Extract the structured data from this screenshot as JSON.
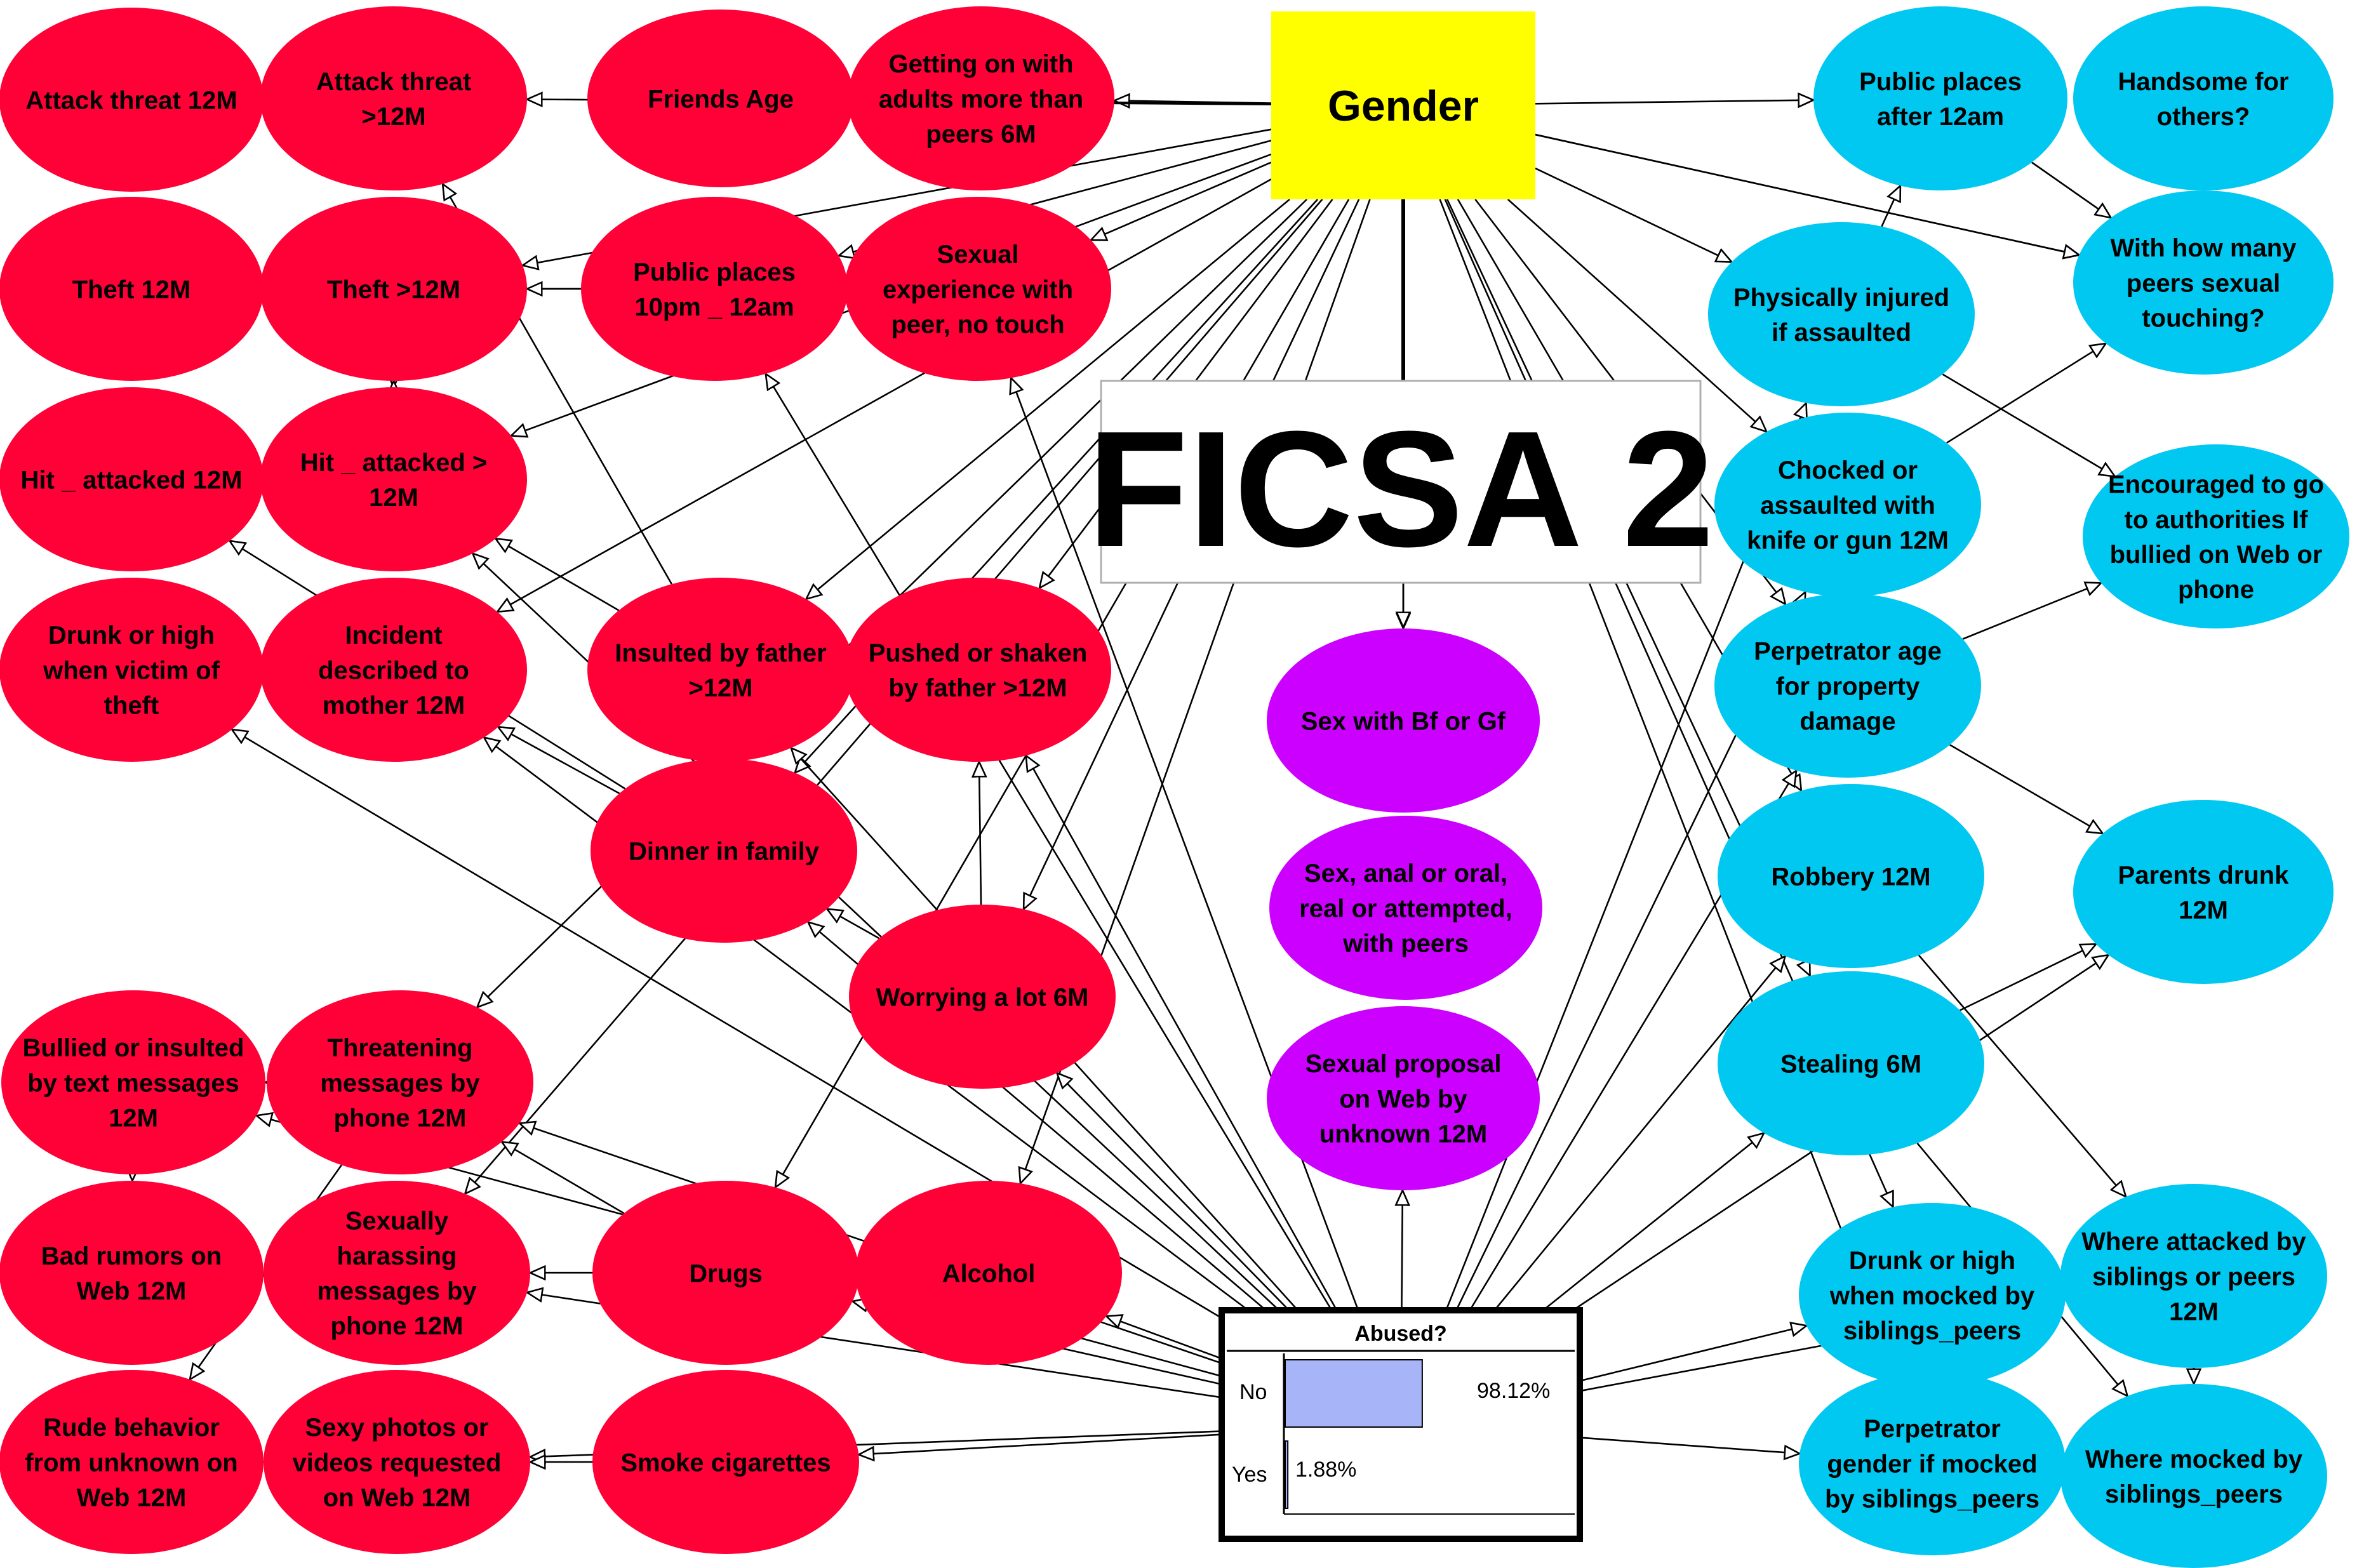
{
  "title": "FICSA 2",
  "colors": {
    "red": "#ff0037",
    "cyan": "#00c8f0",
    "purple": "#cc00ff",
    "yellow": "#ffff00",
    "bar": "#a8b4f8"
  },
  "gender": {
    "label": "Gender"
  },
  "red_nodes": [
    {
      "id": "r1",
      "lines": [
        "Attack threat 12M"
      ]
    },
    {
      "id": "r2",
      "lines": [
        "Attack threat",
        ">12M"
      ]
    },
    {
      "id": "r3",
      "lines": [
        "Friends Age"
      ]
    },
    {
      "id": "r4",
      "lines": [
        "Getting on with",
        "adults more than",
        "peers 6M"
      ]
    },
    {
      "id": "r5",
      "lines": [
        "Theft 12M"
      ]
    },
    {
      "id": "r6",
      "lines": [
        "Theft >12M"
      ]
    },
    {
      "id": "r7",
      "lines": [
        "Public places",
        "10pm _ 12am"
      ]
    },
    {
      "id": "r8",
      "lines": [
        "Sexual",
        "experience with",
        "peer, no touch"
      ]
    },
    {
      "id": "r9",
      "lines": [
        "Hit _ attacked 12M"
      ]
    },
    {
      "id": "r10",
      "lines": [
        "Hit _ attacked >",
        "12M"
      ]
    },
    {
      "id": "r11",
      "lines": [
        "Drunk or high",
        "when victim of",
        "theft"
      ]
    },
    {
      "id": "r12",
      "lines": [
        "Incident",
        "described to",
        "mother 12M"
      ]
    },
    {
      "id": "r13",
      "lines": [
        "Insulted by father",
        ">12M"
      ]
    },
    {
      "id": "r14",
      "lines": [
        "Pushed or shaken",
        "by father >12M"
      ]
    },
    {
      "id": "r15",
      "lines": [
        "Dinner in family"
      ]
    },
    {
      "id": "r16",
      "lines": [
        "Worrying a lot 6M"
      ]
    },
    {
      "id": "r17",
      "lines": [
        "Bullied or insulted",
        "by text messages",
        "12M"
      ]
    },
    {
      "id": "r18",
      "lines": [
        "Threatening",
        "messages by",
        "phone 12M"
      ]
    },
    {
      "id": "r19",
      "lines": [
        "Bad rumors on",
        "Web 12M"
      ]
    },
    {
      "id": "r20",
      "lines": [
        "Sexually",
        "harassing",
        "messages by",
        "phone 12M"
      ]
    },
    {
      "id": "r21",
      "lines": [
        "Drugs"
      ]
    },
    {
      "id": "r22",
      "lines": [
        "Alcohol"
      ]
    },
    {
      "id": "r23",
      "lines": [
        "Rude behavior",
        "from unknown on",
        "Web 12M"
      ]
    },
    {
      "id": "r24",
      "lines": [
        "Sexy photos or",
        "videos requested",
        "on Web 12M"
      ]
    },
    {
      "id": "r25",
      "lines": [
        "Smoke cigarettes"
      ]
    }
  ],
  "cyan_nodes": [
    {
      "id": "c1",
      "lines": [
        "Public places",
        "after 12am"
      ]
    },
    {
      "id": "c2",
      "lines": [
        "Handsome for",
        "others?"
      ]
    },
    {
      "id": "c3",
      "lines": [
        "Physically injured",
        "if assaulted"
      ]
    },
    {
      "id": "c4",
      "lines": [
        "With how many",
        "peers sexual",
        "touching?"
      ]
    },
    {
      "id": "c5",
      "lines": [
        "Chocked or",
        "assaulted with",
        "knife or gun 12M"
      ]
    },
    {
      "id": "c6",
      "lines": [
        "Encouraged to go",
        "to authorities If",
        "bullied on Web or",
        "phone"
      ]
    },
    {
      "id": "c7",
      "lines": [
        "Perpetrator age",
        "for property",
        "damage"
      ]
    },
    {
      "id": "c8",
      "lines": [
        "Robbery 12M"
      ]
    },
    {
      "id": "c9",
      "lines": [
        "Parents drunk",
        "12M"
      ]
    },
    {
      "id": "c10",
      "lines": [
        "Stealing 6M"
      ]
    },
    {
      "id": "c11",
      "lines": [
        "Drunk or high",
        "when mocked by",
        "siblings_peers"
      ]
    },
    {
      "id": "c12",
      "lines": [
        "Where attacked by",
        "siblings or peers",
        "12M"
      ]
    },
    {
      "id": "c13",
      "lines": [
        "Perpetrator",
        "gender if mocked",
        "by siblings_peers"
      ]
    },
    {
      "id": "c14",
      "lines": [
        "Where mocked by",
        "siblings_peers"
      ]
    }
  ],
  "purple_nodes": [
    {
      "id": "p1",
      "lines": [
        "Sex with Bf or Gf"
      ]
    },
    {
      "id": "p2",
      "lines": [
        "Sex, anal or oral,",
        "real or attempted,",
        "with peers"
      ]
    },
    {
      "id": "p3",
      "lines": [
        "Sexual proposal",
        "on Web by",
        "unknown 12M"
      ]
    }
  ],
  "monitor": {
    "title": "Abused?",
    "states": [
      {
        "name": "No",
        "pct": 98.12,
        "label": "98.12%"
      },
      {
        "name": "Yes",
        "pct": 1.88,
        "label": "1.88%"
      }
    ]
  }
}
